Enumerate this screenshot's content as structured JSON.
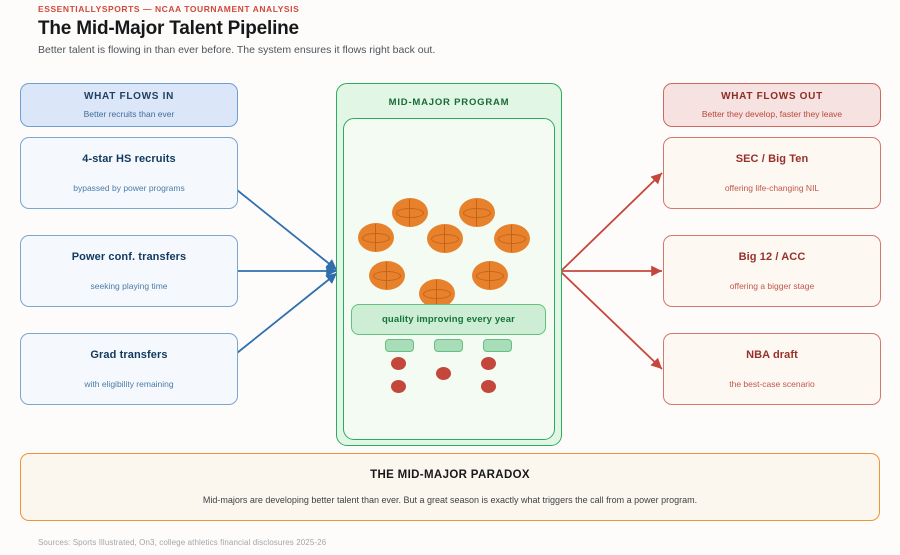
{
  "header": {
    "kicker": "ESSENTIALLYSPORTS — NCAA TOURNAMENT ANALYSIS",
    "headline": "The Mid-Major Talent Pipeline",
    "subhead": "Better talent is flowing in than ever before. The system ensures it flows right back out."
  },
  "inflow": {
    "head": {
      "title": "WHAT FLOWS IN",
      "sub": "Better recruits than ever"
    },
    "cards": [
      {
        "title": "4-star HS recruits",
        "sub": "bypassed by power programs"
      },
      {
        "title": "Power conf. transfers",
        "sub": "seeking playing time"
      },
      {
        "title": "Grad transfers",
        "sub": "with eligibility remaining"
      }
    ]
  },
  "program": {
    "title": "MID-MAJOR PROGRAM",
    "quality_banner": "quality improving every year",
    "ball_count": 8,
    "pill_count": 3,
    "dot_count": 5
  },
  "outflow": {
    "head": {
      "title": "WHAT FLOWS OUT",
      "sub": "Better they develop, faster they leave"
    },
    "cards": [
      {
        "title": "SEC / Big Ten",
        "sub": "offering life-changing NIL"
      },
      {
        "title": "Big 12 / ACC",
        "sub": "offering a bigger stage"
      },
      {
        "title": "NBA draft",
        "sub": "the best-case scenario"
      }
    ]
  },
  "paradox": {
    "title": "THE MID-MAJOR PARADOX",
    "body": "Mid-majors are developing better talent than ever. But a great season is exactly what triggers the call from a power program."
  },
  "footer": {
    "sources": "Sources: Sports Illustrated, On3, college athletics financial disclosures 2025-26"
  },
  "colors": {
    "background": "#fdfcfb",
    "kicker_red": "#d0493c",
    "inflow_blue": "#2f6fae",
    "outflow_red": "#c4473c",
    "program_green": "#2bab5d",
    "basketball_orange": "#e8812c",
    "paradox_orange": "#ee9438"
  }
}
